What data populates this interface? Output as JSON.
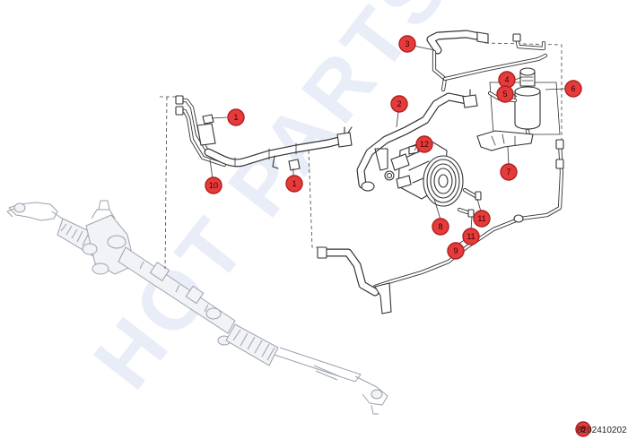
{
  "watermark": "HOT PARTS",
  "reference_number": "8202410202",
  "callouts": [
    {
      "label": "1"
    },
    {
      "label": "1"
    },
    {
      "label": "2"
    },
    {
      "label": "3"
    },
    {
      "label": "4"
    },
    {
      "label": "5"
    },
    {
      "label": "6"
    },
    {
      "label": "7"
    },
    {
      "label": "8"
    },
    {
      "label": "9"
    },
    {
      "label": "10"
    },
    {
      "label": "11"
    },
    {
      "label": "11"
    },
    {
      "label": "12"
    },
    {
      "label": "8"
    }
  ]
}
